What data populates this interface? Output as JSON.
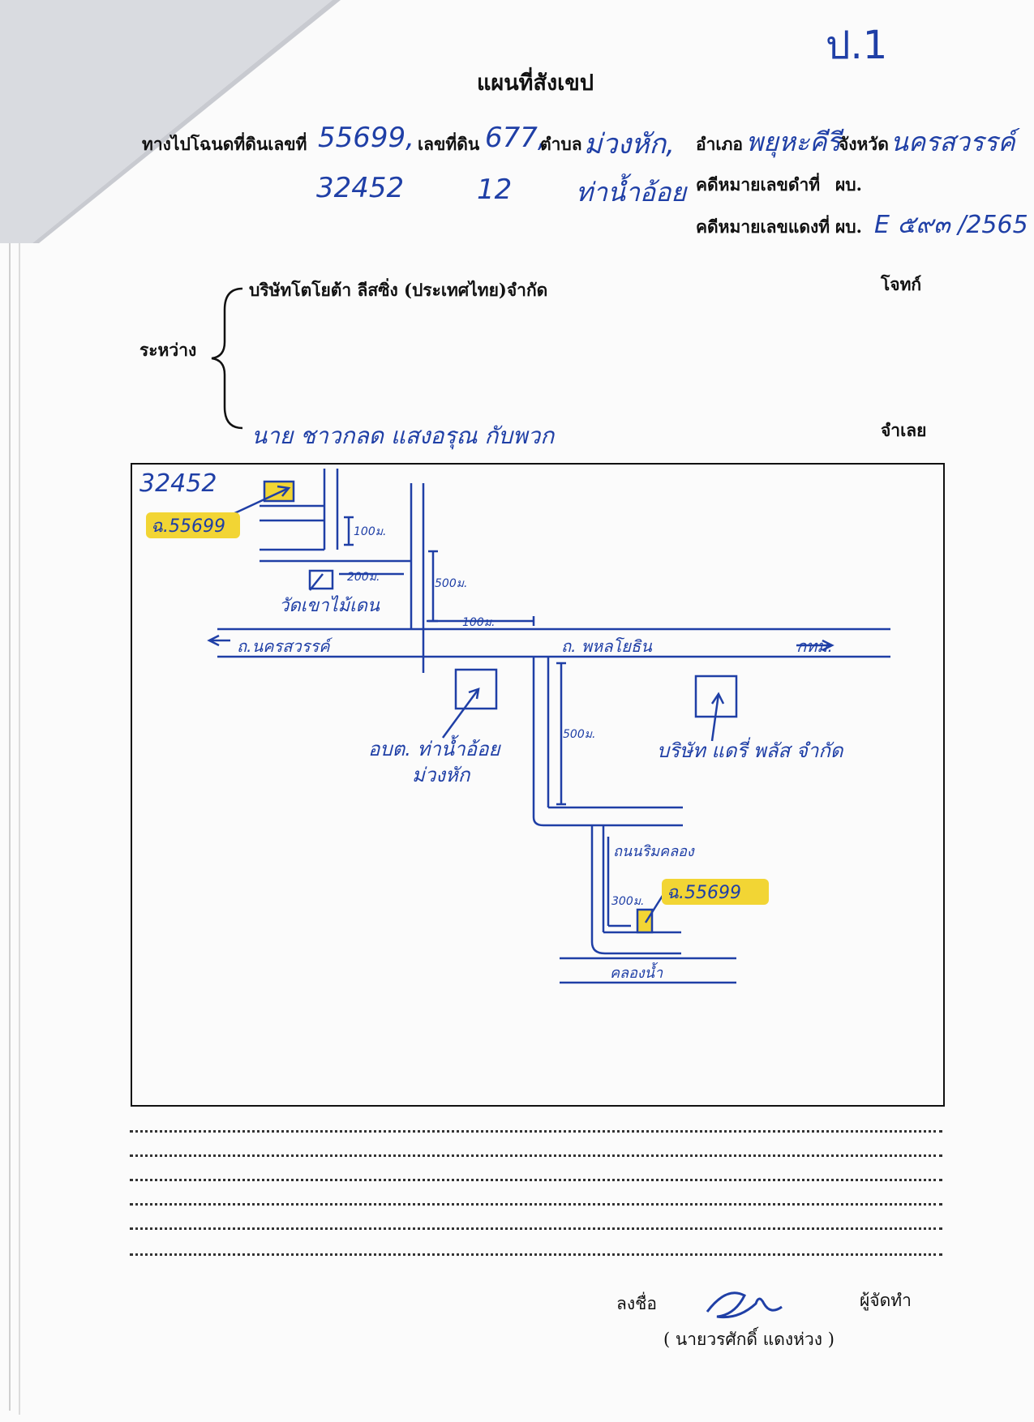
{
  "corner_mark": "ป.1",
  "title": "แผนที่สังเขป",
  "header": {
    "deed_label": "ทางไปโฉนดที่ดินเลขที่",
    "deed_number": "55699,",
    "deed_number_2": "32452",
    "land_label": "เลขที่ดิน",
    "land_number": "677,",
    "land_number_2": "12",
    "subdistrict_label": "ตำบล",
    "subdistrict": "ม่วงหัก,",
    "subdistrict_2": "ท่าน้ำอ้อย",
    "district_label": "อำเภอ",
    "district": "พยุหะคีรี",
    "province_label": "จังหวัด",
    "province": "นครสวรรค์",
    "black_case_label": "คดีหมายเลขดำที่",
    "black_case_prefix": "ผบ.",
    "red_case_label": "คดีหมายเลขแดงที่",
    "red_case_prefix": "ผบ.",
    "red_case_number": "E ๕๙๓ /2565"
  },
  "parties": {
    "between_label": "ระหว่าง",
    "plaintiff": "บริษัทโตโยต้า ลีสซิ่ง (ประเทศไทย)จำกัด",
    "plaintiff_role": "โจทก์",
    "defendant": "นาย ชาวกลด แสงอรุณ กับพวก",
    "defendant_role": "จำเลย"
  },
  "map": {
    "corner_number": "32452",
    "deed_top": "ฉ.55699",
    "dist_100_top": "100ม.",
    "dist_200": "200ม.",
    "temple": "วัดเขาไม้เดน",
    "dist_500_v": "500ม.",
    "dist_100_road": "100ม.",
    "road_left": "ถ.นครสวรรค์",
    "road_name": "ถ. พหลโยธิน",
    "road_right": "กทม.",
    "dist_500_v2": "500ม.",
    "sao_line1": "อบต. ท่าน้ำอ้อย",
    "sao_line2": "ม่วงหัก",
    "company": "บริษัท แดรี่ พลัส จำกัด",
    "canal_road": "ถนนริมคลอง",
    "deed_bottom": "ฉ.55699",
    "dist_300": "300ม.",
    "canal": "คลองน้ำ"
  },
  "signature": {
    "sign_label": "ลงชื่อ",
    "role": "ผู้จัดทำ",
    "name": "( นายวรศักดิ์ แดงห่วง )"
  },
  "colors": {
    "ink": "#1f3fa6",
    "highlight": "#f2d534"
  }
}
